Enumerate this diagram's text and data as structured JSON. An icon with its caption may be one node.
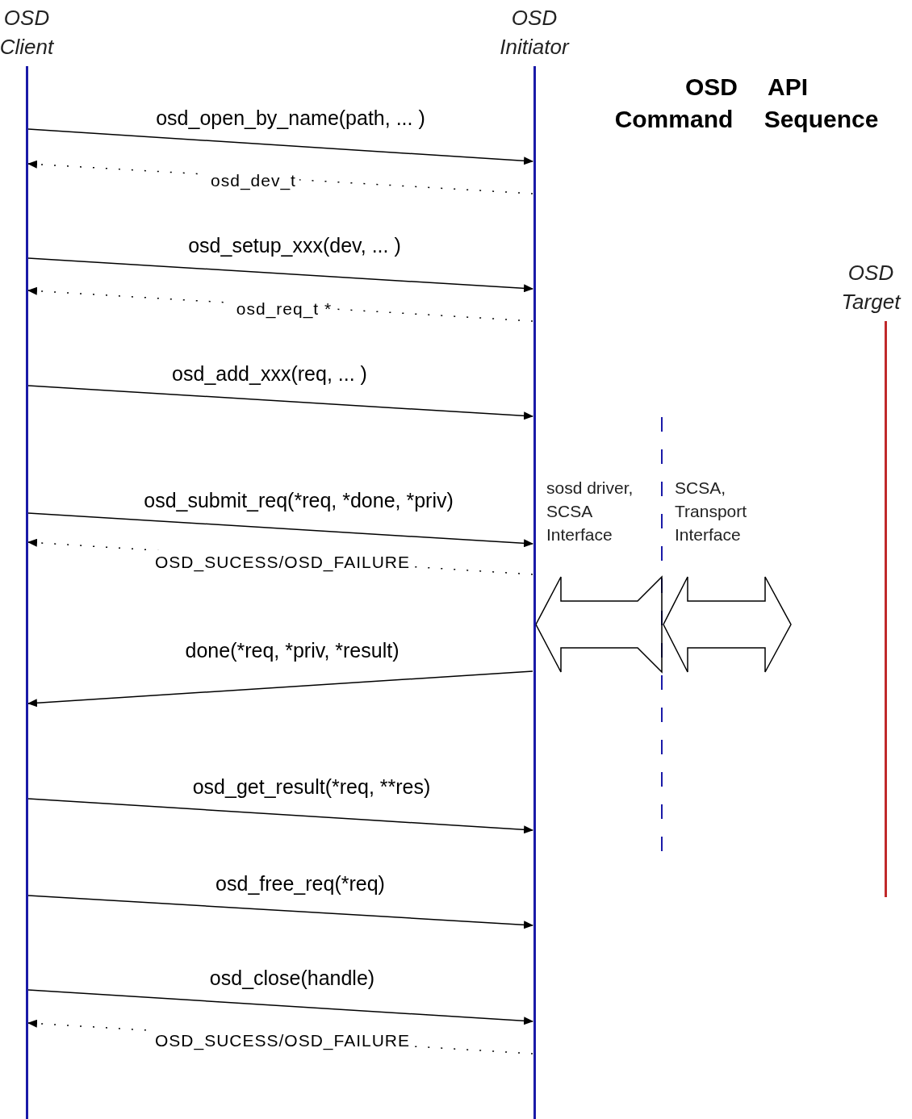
{
  "diagram": {
    "title": "OSD API Command Sequence",
    "nodes": [
      {
        "text": [
          "OSD Client"
        ]
      },
      {
        "text": [
          "OSD Initiator"
        ]
      },
      {
        "text": [
          "OSD Target"
        ]
      }
    ],
    "edges": [
      {
        "from": 0,
        "to": 1,
        "arrow": "to",
        "label": "osd_open_by_name(path, ... )"
      },
      {
        "from": 1,
        "to": 0,
        "arrow": "to",
        "label": "osd_dev_t",
        "style": "dashed"
      },
      {
        "from": 0,
        "to": 1,
        "arrow": "to",
        "label": "osd_setup_xxx(dev, ... )"
      },
      {
        "from": 1,
        "to": 0,
        "arrow": "to",
        "label": "osd_req_t *",
        "style": "dashed"
      },
      {
        "from": 0,
        "to": 1,
        "arrow": "to",
        "label": "osd_add_xxx(req, ... )"
      },
      {
        "from": 0,
        "to": 1,
        "arrow": "to",
        "label": "osd_submit_req(*req, *done, *priv)"
      },
      {
        "from": 1,
        "to": 0,
        "arrow": "to",
        "label": "OSD_SUCESS/OSD_FAILURE",
        "style": "dashed"
      },
      {
        "from": 1,
        "to": 0,
        "arrow": "to",
        "label": "done(*req, *priv, *result)"
      },
      {
        "from": 0,
        "to": 1,
        "arrow": "to",
        "label": "osd_get_result(*req, **res)"
      },
      {
        "from": 0,
        "to": 1,
        "arrow": "to",
        "label": "osd_free_req(*req)"
      },
      {
        "from": 0,
        "to": 1,
        "arrow": "to",
        "label": "osd_close(handle)"
      },
      {
        "from": 1,
        "to": 0,
        "arrow": "to",
        "label": "OSD_SUCESS/OSD_FAILURE",
        "style": "dashed"
      }
    ],
    "labels": [
      "sosd driver, SCSA Interface",
      "SCSA, Transport Interface"
    ]
  }
}
